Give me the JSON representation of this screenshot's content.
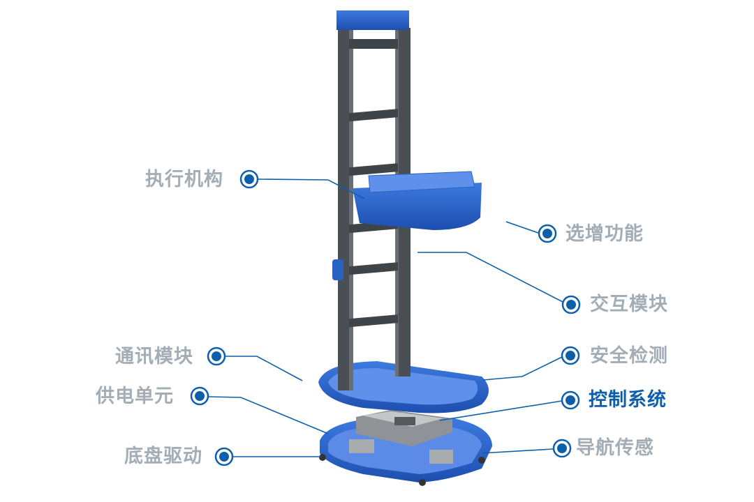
{
  "colors": {
    "label": "#a3adb5",
    "highlight": "#0d5fab",
    "robot_blue": "#2a62c4",
    "frame": "#4a4f55",
    "callout": "#0d5fab"
  },
  "labels": {
    "actuator": "执行机构",
    "optional": "选增功能",
    "interaction": "交互模块",
    "communication": "通讯模块",
    "safety": "安全检测",
    "power": "供电单元",
    "control": "控制系统",
    "chassis": "底盘驱动",
    "navigation": "导航传感"
  },
  "highlighted": "control"
}
